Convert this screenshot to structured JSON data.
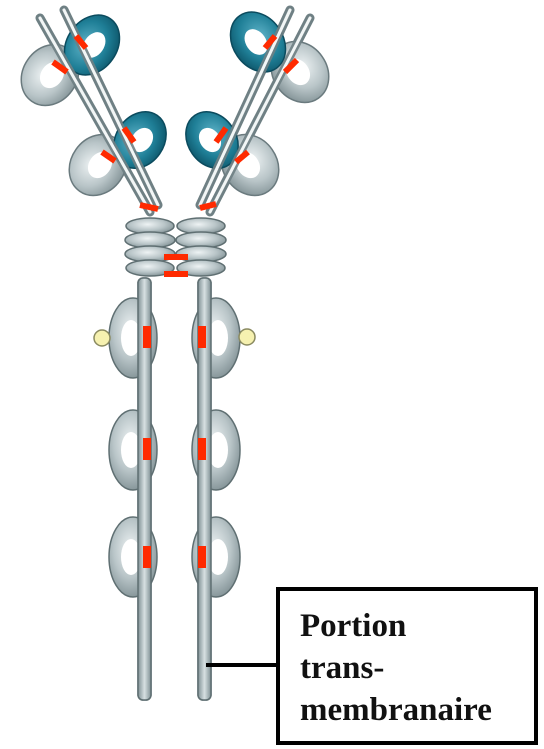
{
  "colors": {
    "constant_domain": "#a9b6b9",
    "variable_domain": "#1f7f97",
    "disulfide_bond": "#ff2a00",
    "carbohydrate": "#f6f1b0",
    "outline": "#5f6f72"
  },
  "label": {
    "lines": [
      "Portion",
      "trans-",
      "membranaire"
    ]
  }
}
